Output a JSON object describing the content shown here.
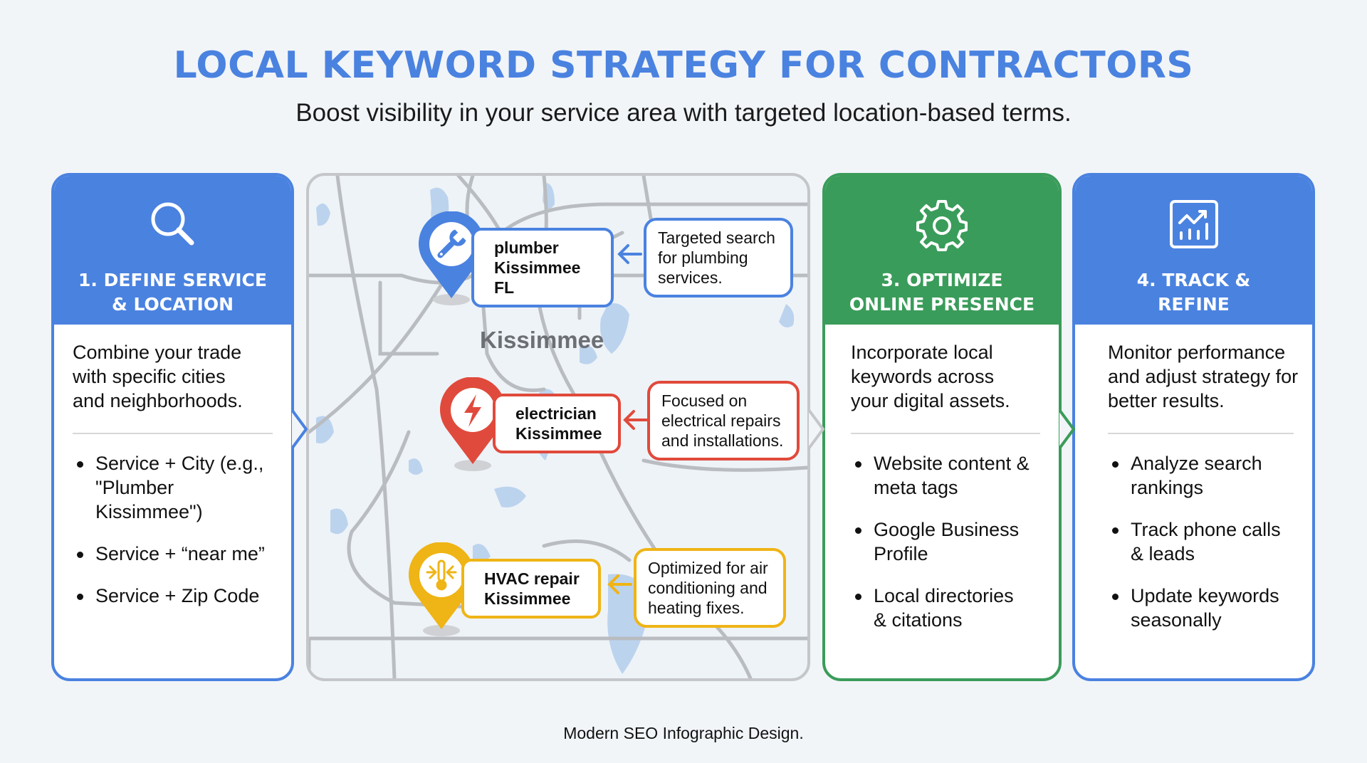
{
  "header": {
    "title": "LOCAL KEYWORD STRATEGY FOR CONTRACTORS",
    "subtitle": "Boost visibility in your service area with targeted location-based terms."
  },
  "colors": {
    "blue": "#4a82e0",
    "green": "#3a9c5a",
    "red": "#e04a3c",
    "yellow": "#efb415",
    "map_border": "#c4c6c9",
    "water": "#bcd3ee",
    "road": "#b9bcc0"
  },
  "steps": [
    {
      "icon": "search-icon",
      "title_line1": "1. DEFINE SERVICE",
      "title_line2": "& LOCATION",
      "intro": "Combine your trade with specific cities and neighborhoods.",
      "bullets": [
        "Service + City (e.g., \"Plumber Kissimmee\")",
        "Service + “near me”",
        "Service + Zip Code"
      ]
    },
    {
      "icon": "gear-icon",
      "title_line1": "3. OPTIMIZE",
      "title_line2": "ONLINE PRESENCE",
      "intro": "Incorporate local keywords across your digital assets.",
      "bullets": [
        "Website content & meta tags",
        "Google Business Profile",
        "Local directories & citations"
      ]
    },
    {
      "icon": "chart-growth-icon",
      "title_line1": "4. TRACK &",
      "title_line2": "REFINE",
      "intro": "Monitor performance and adjust strategy for better results.",
      "bullets": [
        "Analyze search rankings",
        "Track phone calls & leads",
        "Update keywords seasonally"
      ]
    }
  ],
  "map": {
    "city_label": "Kissimmee",
    "pins": [
      {
        "icon": "wrench-icon",
        "color": "#4a82e0",
        "keyword_line1": "plumber",
        "keyword_line2": "Kissimmee FL",
        "callout": "Targeted search for plumbing services."
      },
      {
        "icon": "lightning-icon",
        "color": "#e04a3c",
        "keyword_line1": "electrician",
        "keyword_line2": "Kissimmee",
        "callout": "Focused on electrical repairs and installations."
      },
      {
        "icon": "thermometer-snowflake-icon",
        "color": "#efb415",
        "keyword_line1": "HVAC repair",
        "keyword_line2": "Kissimmee",
        "callout": "Optimized for air conditioning and heating fixes."
      }
    ]
  },
  "footer": {
    "text": "Modern SEO Infographic Design."
  }
}
